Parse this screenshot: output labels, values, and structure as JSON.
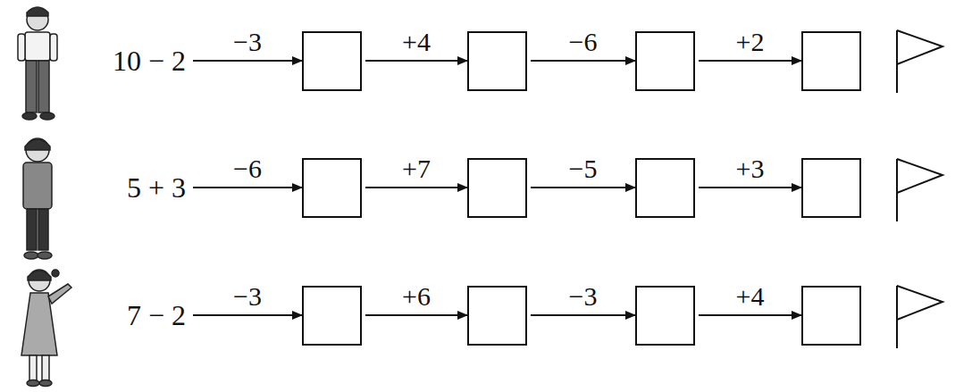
{
  "diagram": {
    "nodes": [
      {
        "text": [
          "10 − 2"
        ]
      },
      {
        "text": []
      },
      {
        "text": []
      },
      {
        "text": []
      },
      {
        "text": []
      },
      {
        "text": [
          "5 + 3"
        ]
      },
      {
        "text": []
      },
      {
        "text": []
      },
      {
        "text": []
      },
      {
        "text": []
      },
      {
        "text": [
          "7 − 2"
        ]
      },
      {
        "text": []
      },
      {
        "text": []
      },
      {
        "text": []
      },
      {
        "text": []
      }
    ],
    "edges": [
      {
        "from": 0,
        "to": 1,
        "arrow": "to",
        "label": "−3"
      },
      {
        "from": 1,
        "to": 2,
        "arrow": "to",
        "label": "+4"
      },
      {
        "from": 2,
        "to": 3,
        "arrow": "to",
        "label": "−6"
      },
      {
        "from": 3,
        "to": 4,
        "arrow": "to",
        "label": "+2"
      },
      {
        "from": 5,
        "to": 6,
        "arrow": "to",
        "label": "−6"
      },
      {
        "from": 6,
        "to": 7,
        "arrow": "to",
        "label": "+7"
      },
      {
        "from": 7,
        "to": 8,
        "arrow": "to",
        "label": "−5"
      },
      {
        "from": 8,
        "to": 9,
        "arrow": "to",
        "label": "+3"
      },
      {
        "from": 10,
        "to": 11,
        "arrow": "to",
        "label": "−3"
      },
      {
        "from": 11,
        "to": 12,
        "arrow": "to",
        "label": "+6"
      },
      {
        "from": 12,
        "to": 13,
        "arrow": "to",
        "label": "−3"
      },
      {
        "from": 13,
        "to": 14,
        "arrow": "to",
        "label": "+4"
      }
    ]
  }
}
